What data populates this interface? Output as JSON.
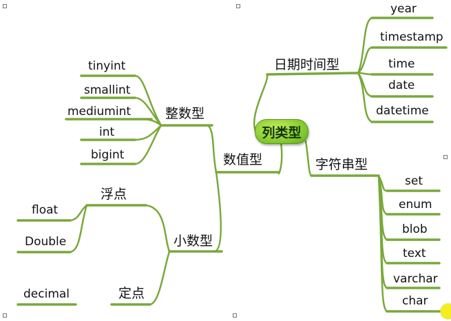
{
  "root": "列类型",
  "branches": {
    "numeric": "数值型",
    "integer": "整数型",
    "decimal_types": "小数型",
    "float_point": "浮点",
    "fixed_point": "定点",
    "datetime": "日期时间型",
    "string": "字符串型"
  },
  "integer_items": [
    "tinyint",
    "smallint",
    "mediumint",
    "int",
    "bigint"
  ],
  "float_items": [
    "float",
    "Double"
  ],
  "fixed_items": [
    "decimal"
  ],
  "datetime_items": [
    "year",
    "timestamp",
    "time",
    "date",
    "datetime"
  ],
  "string_items": [
    "set",
    "enum",
    "blob",
    "text",
    "varchar",
    "char"
  ],
  "colors": {
    "line": "#79a83a",
    "root_fill": "#8fd23a",
    "root_border": "#5b8f1d"
  }
}
